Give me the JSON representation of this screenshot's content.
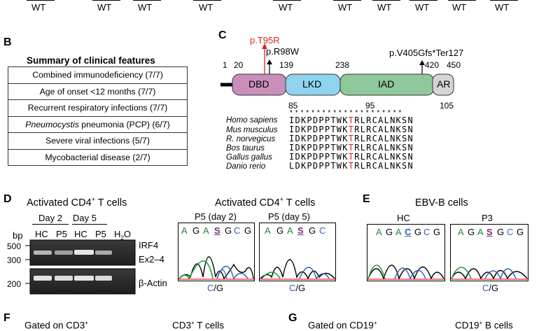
{
  "top_row": {
    "wt_labels": [
      "WT",
      "WT",
      "WT",
      "WT",
      "WT",
      "WT",
      "WT",
      "WT",
      "WT",
      "WT"
    ]
  },
  "panel_b": {
    "letter": "B",
    "title": "Summary of clinical features",
    "rows": [
      {
        "text": "Combined immunodeficiency (7/7)"
      },
      {
        "text": "Age of onset <12 months (7/7)"
      },
      {
        "text": "Recurrent respiratory infections (7/7)"
      },
      {
        "italic": "Pneumocystis",
        "text": " pneumonia (PCP) (6/7)"
      },
      {
        "text": "Severe viral infections (5/7)"
      },
      {
        "text": "Mycobacterial disease (2/7)"
      }
    ]
  },
  "panel_c": {
    "letter": "C",
    "mutations": {
      "p1": "p.T95R",
      "p2": "p.R98W",
      "p3": "p.V405Gfs*Ter127"
    },
    "positions": [
      "1",
      "20",
      "139",
      "238",
      "420",
      "450"
    ],
    "domains": [
      {
        "label": "DBD",
        "color": "#c98fbc"
      },
      {
        "label": "LKD",
        "color": "#8fd3ef"
      },
      {
        "label": "IAD",
        "color": "#8fc89b"
      },
      {
        "label": "AR",
        "color": "#d5d5d5"
      }
    ],
    "align_start": "85",
    "align_mid": "95",
    "align_end": "105",
    "stars": "* * * * * * * * * * * * * * * * * * * * *",
    "species": [
      "Homo sapiens",
      "Mus musculus",
      "R. norvegicus",
      "Bos taurus",
      "Gallus gallus",
      "Danio rerio"
    ],
    "seq_pre": [
      "IDKPDPPTWK",
      "IDKPDPPTWK",
      "IDKPDPPTWK",
      "IDKPDPPTWK",
      "IDKPDPPTWK",
      "LDKPDPPTWK"
    ],
    "seq_t": "T",
    "seq_post": [
      "RLRCALNKSN",
      "RLRCALNKSN",
      "RLRCALNKSN",
      "RLRCALNKSN",
      "RLRCALNKSN",
      "RLRCALNKSN"
    ]
  },
  "panel_d": {
    "letter": "D",
    "gel_title": "Activated CD4",
    "gel_title_sup": "+",
    "gel_title_tail": " T cells",
    "day2": "Day 2",
    "day5": "Day 5",
    "bp": "bp",
    "lanes": [
      "HC",
      "P5",
      "HC",
      "P5",
      "H"
    ],
    "h2o_sub": "2",
    "h2o_tail": "O",
    "markers": [
      "500",
      "300",
      "200"
    ],
    "band1_label": "IRF4",
    "band1_label2": "Ex2–4",
    "band2_label": "β-Actin",
    "chrom_title": "Activated CD4",
    "chrom_title_sup": "+",
    "chrom_title_tail": " T cells",
    "chrom1": {
      "title": "P5 (day 2)",
      "bases": [
        "A",
        "G",
        "A",
        "S",
        "G",
        "C",
        "G"
      ]
    },
    "chrom2": {
      "title": "P5 (day 5)",
      "bases": [
        "A",
        "G",
        "A",
        "S",
        "G",
        "C"
      ]
    },
    "cg": {
      "c": "C",
      "sep": "/G"
    }
  },
  "panel_e": {
    "letter": "E",
    "title": "EBV-B cells",
    "chrom1": {
      "title": "HC",
      "bases": [
        "A",
        "G",
        "A",
        "C",
        "G",
        "C",
        "G"
      ]
    },
    "chrom2": {
      "title": "P3",
      "bases": [
        "A",
        "G",
        "A",
        "S",
        "G",
        "C",
        "G"
      ]
    },
    "cg": {
      "c": "C",
      "sep": "/G"
    }
  },
  "panel_f": {
    "letter": "F",
    "gated": "Gated on CD3",
    "gated_sup": "+",
    "right": "CD3",
    "right_sup": "+",
    "right_tail": " T cells"
  },
  "panel_g": {
    "letter": "G",
    "gated": "Gated on CD19",
    "gated_sup": "+",
    "right": "CD19",
    "right_sup": "+",
    "right_tail": " B cells"
  }
}
